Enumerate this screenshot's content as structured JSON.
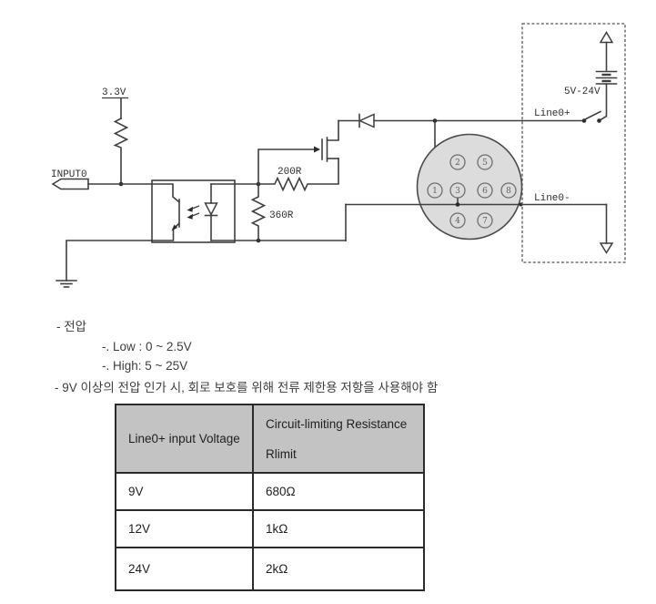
{
  "schematic": {
    "supply_label": "3.3V",
    "input_label": "INPUT0",
    "r1_label": "200R",
    "r2_label": "360R",
    "battery_label": "5V-24V",
    "line_plus_label": "Line0+",
    "line_minus_label": "Line0-",
    "connector_pins": [
      "1",
      "2",
      "3",
      "4",
      "5",
      "6",
      "7",
      "8"
    ],
    "colors": {
      "wire": "#3f3f3f",
      "connector_fill": "#dcdcdc",
      "dashed_box": "#555555"
    }
  },
  "notes": {
    "voltage_title": "- 전압",
    "low": "-. Low : 0 ~ 2.5V",
    "high": "-. High: 5 ~ 25V",
    "resistor_note": "- 9V 이상의 전압 인가 시, 회로 보호를 위해 전류 제한용 저항을 사용해야 함"
  },
  "table": {
    "header": {
      "col1": "Line0+ input Voltage",
      "col2_line1": "Circuit-limiting Resistance",
      "col2_line2": "Rlimit"
    },
    "header_bg": "#c3c3c3",
    "rows": [
      {
        "voltage": "9V",
        "resistance": "680Ω"
      },
      {
        "voltage": "12V",
        "resistance": "1kΩ"
      },
      {
        "voltage": "24V",
        "resistance": "2kΩ"
      }
    ]
  }
}
